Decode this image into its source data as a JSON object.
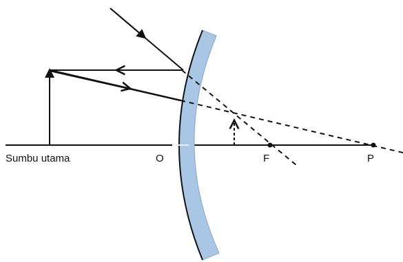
{
  "labels": {
    "axis": "Sumbu utama",
    "pole": "O",
    "focus": "F",
    "center": "P"
  },
  "colors": {
    "ink": "#111111",
    "mirror_fill": "#a9c6e4",
    "mirror_edge": "#7fa6cf"
  }
}
